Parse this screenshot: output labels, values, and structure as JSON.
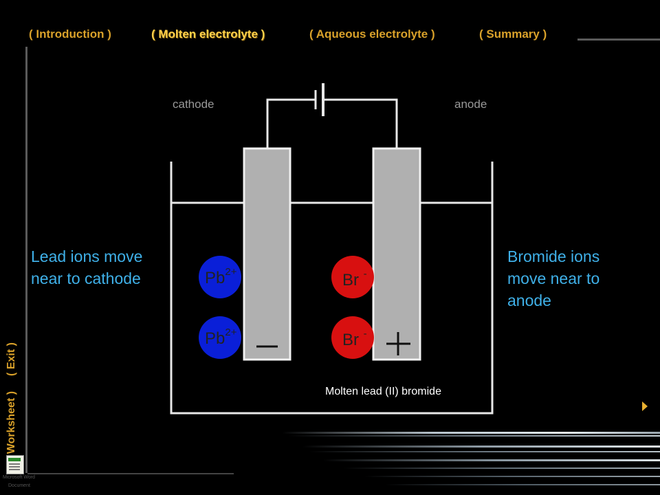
{
  "nav": {
    "introduction": "( Introduction )",
    "molten": "( Molten electrolyte )",
    "aqueous": "( Aqueous electrolyte )",
    "summary": "( Summary )"
  },
  "side_nav": {
    "worksheet": "( Worksheet )",
    "exit": "( Exit )"
  },
  "diagram": {
    "cathode_label": "cathode",
    "anode_label": "anode",
    "left_text": [
      "Lead ions move",
      "near to cathode"
    ],
    "right_text": [
      "Bromide ions",
      "move near to",
      "anode"
    ],
    "electrolyte_label": "Molten lead (II) bromide",
    "pb_ion": {
      "symbol": "Pb",
      "charge": "2+"
    },
    "br_ion": {
      "symbol": "Br",
      "charge": "-"
    }
  },
  "doc_icon": {
    "caption_line1": "Microsoft Word",
    "caption_line2": "Document"
  },
  "icons": {
    "next": "next-arrow-icon",
    "document": "word-document-icon"
  },
  "colors": {
    "background": "#000000",
    "nav_text": "#d9a12a",
    "nav_active": "#ffd04a",
    "ion_text_label": "#3fb0e8",
    "lead_ion": "#0a1fd8",
    "bromide_ion": "#d81010",
    "electrode": "#b0b0b0"
  }
}
